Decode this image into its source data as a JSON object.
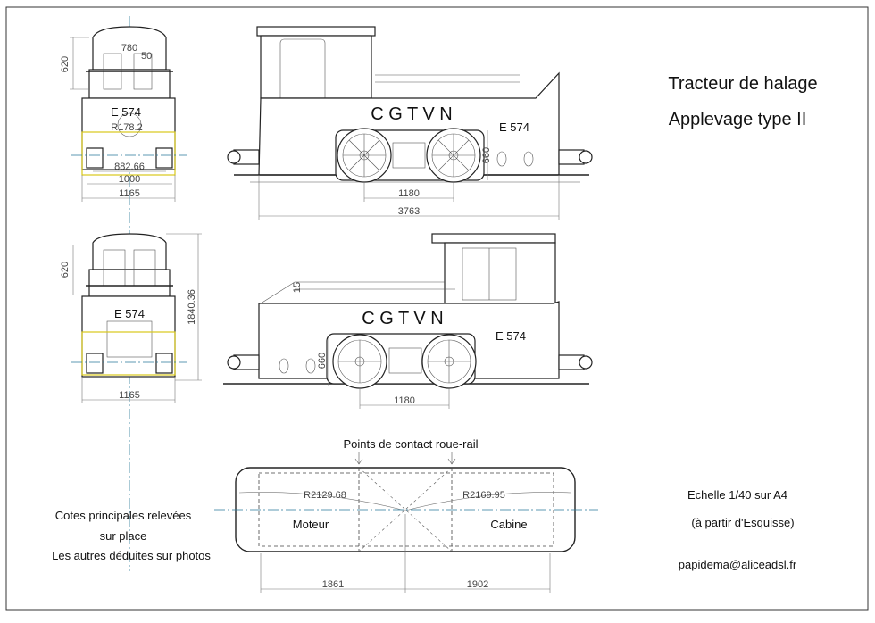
{
  "title": {
    "line1": "Tracteur de halage",
    "line2": "Applevage type II"
  },
  "scale_note": "Echelle 1/40 sur A4",
  "source_note": "(à partir d'Esquisse)",
  "email": "papidema@aliceadsl.fr",
  "notes": [
    "Cotes principales relevées",
    "sur place",
    "Les autres déduites sur photos"
  ],
  "loco": {
    "company_lettering": "C G T V N",
    "number": "E 574"
  },
  "top_view": {
    "heading": "Points de contact roue-rail",
    "left_label": "Moteur",
    "right_label": "Cabine",
    "radius_left": "R2129.68",
    "radius_right": "R2169.95",
    "dim_left": "1861",
    "dim_right": "1902"
  },
  "dims": {
    "front_cab_height": "620",
    "front_cab_width": "780",
    "front_small": "50",
    "front_wheel_dia": "R178.2",
    "front_buffer_span": "882.66",
    "front_track": "1000",
    "front_overall_width": "1165",
    "side_wheelbase": "1180",
    "side_overall_length": "3763",
    "side_wheel_dia": "660",
    "rear_cab_height": "620",
    "rear_total_height": "1840.36",
    "rear_overall_width": "1165",
    "side2_wheelbase": "1180",
    "side2_wheel_dia": "660",
    "side2_small": "15"
  },
  "colors": {
    "axis": "#2a7a9a",
    "highlight": "#d8c81a"
  }
}
